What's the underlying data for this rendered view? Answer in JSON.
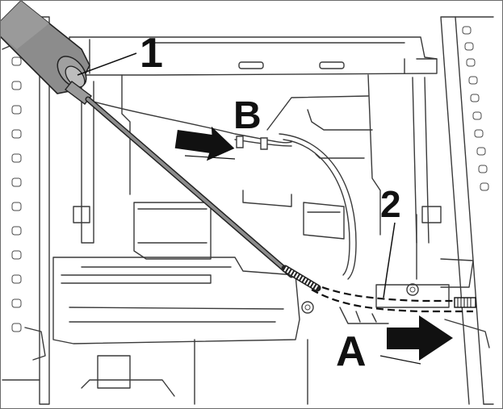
{
  "figure": {
    "callouts": {
      "label_1": "1",
      "label_2": "2",
      "label_a": "A",
      "label_b": "B"
    },
    "colors": {
      "line": "#3a3a3a",
      "tool_gray": "#8c8c8c",
      "arrow": "#111111",
      "border": "#6b6b6b"
    },
    "icons": [
      "insertion-tool",
      "direction-arrow-a",
      "direction-arrow-b"
    ]
  }
}
